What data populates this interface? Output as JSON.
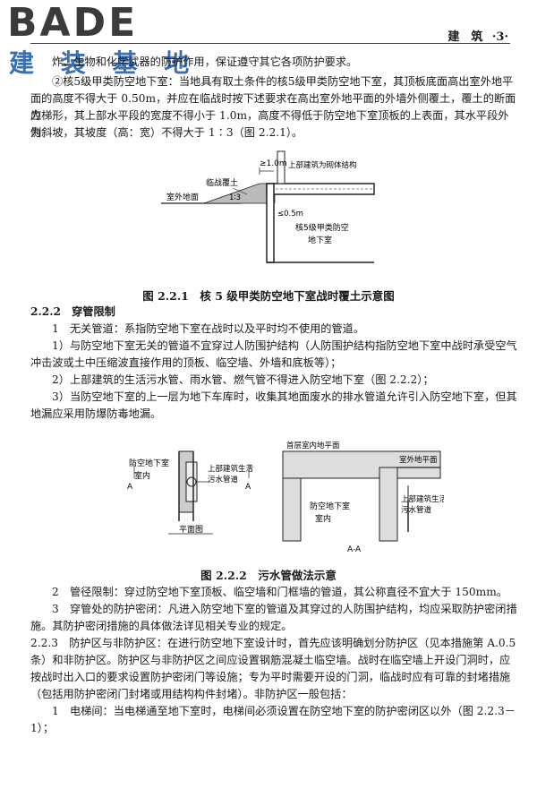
{
  "watermark": {
    "brand": "BADE",
    "subtitle": "建 装 基 地"
  },
  "header": {
    "section": "建　筑",
    "page": "·3·"
  },
  "lines": [
    "炸、生物和化学武器的防护作用，保证遵守其它各项防护要求。",
    "②核5级甲类防空地下室：当地具有取土条件的核5级甲类防空地下室，其顶板底面高出室外地平",
    "面的高度不得大于 0.50m，并应在临战时按下述要求在高出室外地平面的外墙外侧覆土，覆土的断面应",
    "为梯形，其上部水平段的宽度不得小于 1.0m，高度不得低于防空地下室顶板的上表面，其水平段外侧",
    "为斜坡，其坡度（高：宽）不得大于 1∶3（图 2.2.1）。"
  ],
  "fig1": {
    "caption": "图 2.2.1　核 5 级甲类防空地下室战时覆土示意图",
    "labels": {
      "wartime_soil": "临战覆土",
      "width": "≥1.0m",
      "upper_building": "上部建筑为砌体结构",
      "ground": "室外地面",
      "slope": "1∶3",
      "height": "≤0.5m",
      "room": [
        "核5级甲类防空",
        "地下室"
      ]
    }
  },
  "sec222": {
    "title": "2.2.2　穿管限制",
    "l1": "1　无关管道：系指防空地下室在战时以及平时均不使用的管道。",
    "l2a": "1）与防空地下室无关的管道不宜穿过人防围护结构（人防围护结构指防空地下室中战时承受空气",
    "l2b": "冲击波或土中压缩波直接作用的顶板、临空墙、外墙和底板等）；",
    "l3": "2）上部建筑的生活污水管、雨水管、燃气管不得进入防空地下室（图 2.2.2）；",
    "l4a": "3）当防空地下室的上一层为地下车库时，收集其地面废水的排水管道允许引入防空地下室，但其",
    "l4b": "地漏应采用防爆防毒地漏。"
  },
  "fig2": {
    "caption": "图 2.2.2　污水管做法示意",
    "plan_labels": {
      "room": [
        "防空地下室",
        "室内"
      ],
      "pipe": [
        "上部建筑生活",
        "污水管道"
      ],
      "plan": "平面图",
      "a": "A"
    },
    "section_labels": {
      "first_floor": "首层室内地平面",
      "outdoor": "室外地平面",
      "room": [
        "防空地下室",
        "室内"
      ],
      "pipe": [
        "上部建筑生活",
        "污水管道"
      ],
      "aa": "A-A"
    }
  },
  "after": [
    "2　管径限制：穿过防空地下室顶板、临空墙和门框墙的管道，其公称直径不宜大于 150mm。",
    "3　穿管处的防护密闭：凡进入防空地下室的管道及其穿过的人防围护结构，均应采取防护密闭措",
    "施。其防护密闭措施的具体做法详见相关专业的规定。",
    "2.2.3　防护区与非防护区：在进行防空地下室设计时，首先应该明确划分防护区（见本措施第 A.0.5",
    "条）和非防护区。防护区与非防护区之间应设置钢筋混凝土临空墙。战时在临空墙上开设门洞时，应",
    "按战时出入口的要求设置防护密闭门等设施；专为平时需要开设的门洞，临战时应有可靠的封堵措施",
    "（包括用防护密闭门封堵或用结构构件封堵）。非防护区一般包括：",
    "1　电梯间：当电梯通至地下室时，电梯间必须设置在防空地下室的防护密闭区以外（图 2.2.3－",
    "1）；"
  ]
}
